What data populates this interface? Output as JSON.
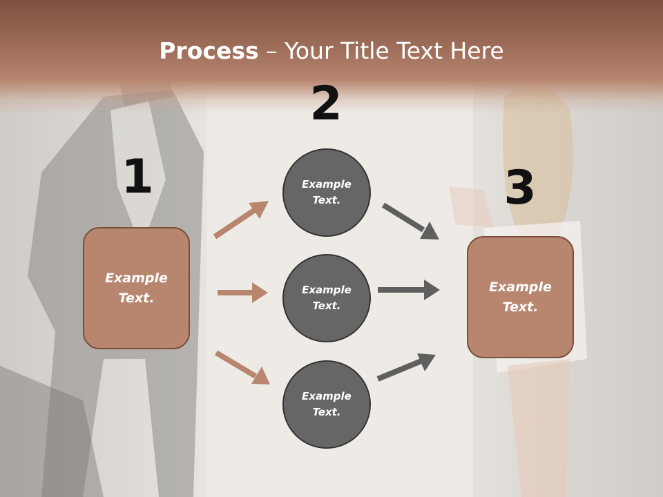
{
  "header": {
    "title_bold": "Process",
    "title_rest": " – Your Title Text Here"
  },
  "steps": {
    "one": "1",
    "two": "2",
    "three": "3"
  },
  "nodes": {
    "left_box": "Example\nText.",
    "circle_top": "Example\nText.",
    "circle_middle": "Example\nText.",
    "circle_bottom": "Example\nText.",
    "right_box": "Example\nText."
  },
  "colors": {
    "header": "#a0705c",
    "box_fill": "#b8866f",
    "box_border": "#7a4e3c",
    "circle_fill": "#666666",
    "arrow_left": "#b8866f",
    "arrow_right": "#5f5f5f"
  }
}
